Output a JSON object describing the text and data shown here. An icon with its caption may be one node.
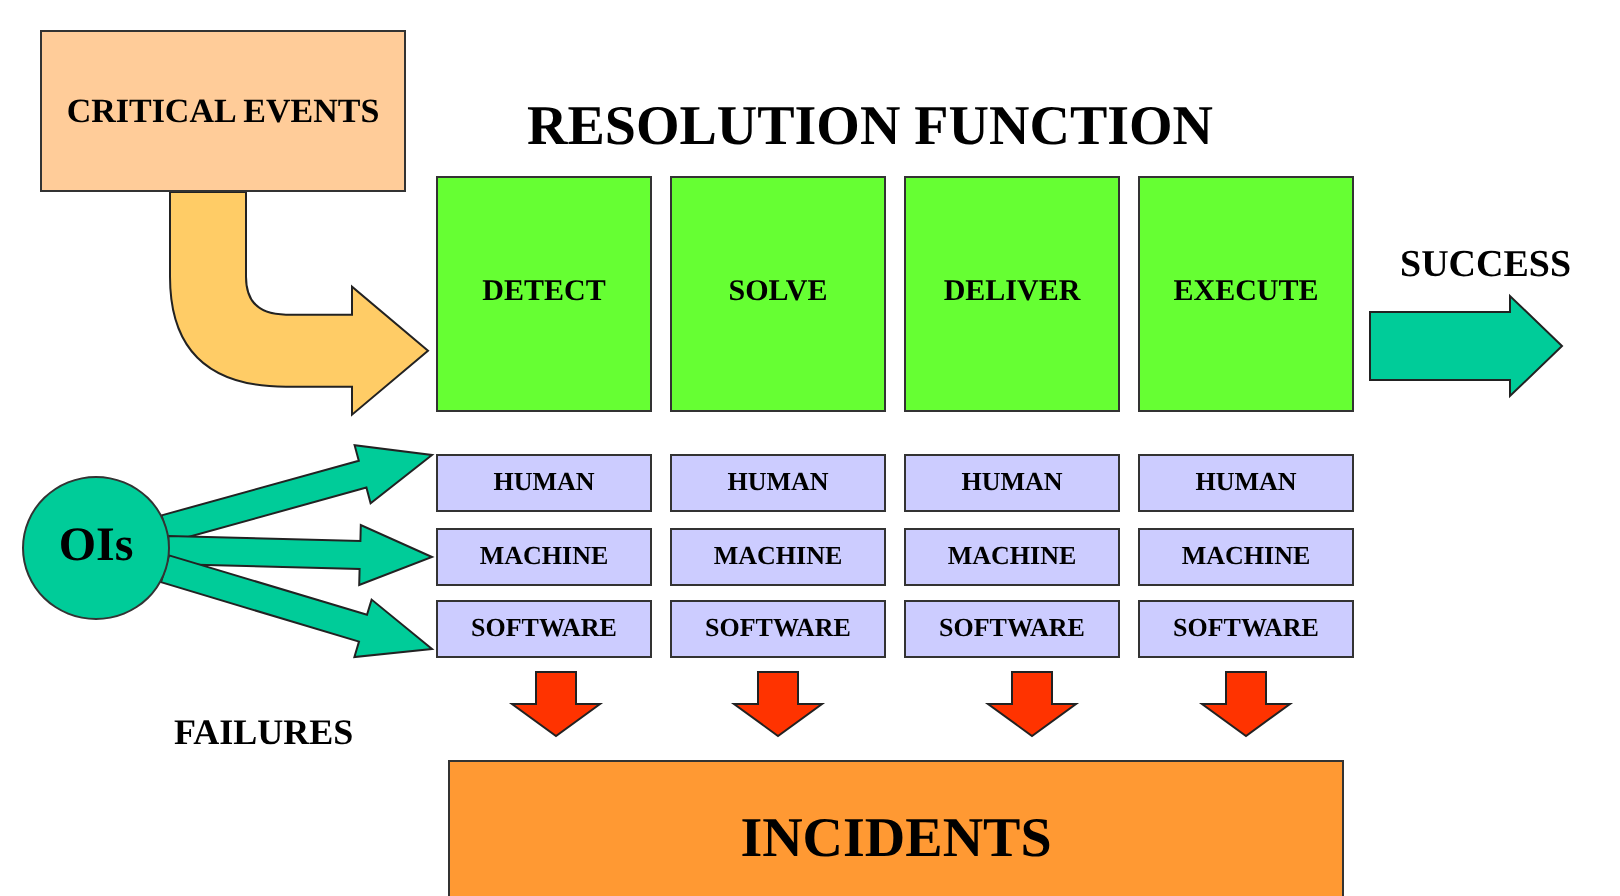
{
  "diagram": {
    "title": "RESOLUTION FUNCTION",
    "nodes": [
      {
        "text": [
          "CRITICAL EVENTS"
        ]
      },
      {
        "text": [
          "DETECT"
        ]
      },
      {
        "text": [
          "SOLVE"
        ]
      },
      {
        "text": [
          "DELIVER"
        ]
      },
      {
        "text": [
          "EXECUTE"
        ]
      },
      {
        "text": [
          "OIs"
        ]
      },
      {
        "text": [
          "HUMAN"
        ]
      },
      {
        "text": [
          "HUMAN"
        ]
      },
      {
        "text": [
          "HUMAN"
        ]
      },
      {
        "text": [
          "HUMAN"
        ]
      },
      {
        "text": [
          "MACHINE"
        ]
      },
      {
        "text": [
          "MACHINE"
        ]
      },
      {
        "text": [
          "MACHINE"
        ]
      },
      {
        "text": [
          "MACHINE"
        ]
      },
      {
        "text": [
          "SOFTWARE"
        ]
      },
      {
        "text": [
          "SOFTWARE"
        ]
      },
      {
        "text": [
          "SOFTWARE"
        ]
      },
      {
        "text": [
          "SOFTWARE"
        ]
      },
      {
        "text": [
          "INCIDENTS"
        ]
      }
    ],
    "edges": [
      {
        "from": 0,
        "to": 1,
        "arrow": "to",
        "style": "thick",
        "color": "#ffcc66"
      },
      {
        "from": 4,
        "to": null,
        "arrow": "to",
        "label": "SUCCESS",
        "style": "thick",
        "color": "#00cc99"
      },
      {
        "from": 5,
        "to": 6,
        "arrow": "to",
        "style": "thick",
        "color": "#00cc99"
      },
      {
        "from": 5,
        "to": 10,
        "arrow": "to",
        "style": "thick",
        "color": "#00cc99"
      },
      {
        "from": 5,
        "to": 14,
        "arrow": "to",
        "style": "thick",
        "color": "#00cc99"
      },
      {
        "from": 14,
        "to": 18,
        "arrow": "to",
        "style": "thick",
        "color": "#ff3300"
      },
      {
        "from": 15,
        "to": 18,
        "arrow": "to",
        "style": "thick",
        "color": "#ff3300"
      },
      {
        "from": 16,
        "to": 18,
        "arrow": "to",
        "style": "thick",
        "color": "#ff3300"
      },
      {
        "from": 17,
        "to": 18,
        "arrow": "to",
        "style": "thick",
        "color": "#ff3300"
      }
    ],
    "labels": [
      "FAILURES"
    ]
  }
}
